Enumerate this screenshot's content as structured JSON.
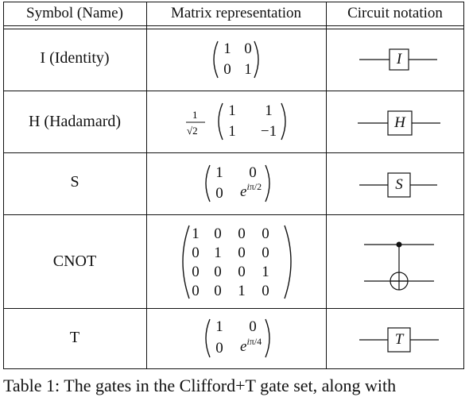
{
  "table": {
    "headers": [
      "Symbol (Name)",
      "Matrix representation",
      "Circuit notation"
    ],
    "rows": [
      {
        "name": "I (Identity)",
        "matrix": [
          [
            "1",
            "0"
          ],
          [
            "0",
            "1"
          ]
        ],
        "gate": "I"
      },
      {
        "name": "H (Hadamard)",
        "prefactor": "1/√2",
        "matrix": [
          [
            "1",
            "1"
          ],
          [
            "1",
            "−1"
          ]
        ],
        "gate": "H"
      },
      {
        "name": "S",
        "matrix": [
          [
            "1",
            "0"
          ],
          [
            "0",
            "e^{iπ/2}"
          ]
        ],
        "gate": "S"
      },
      {
        "name": "CNOT",
        "matrix": [
          [
            "1",
            "0",
            "0",
            "0"
          ],
          [
            "0",
            "1",
            "0",
            "0"
          ],
          [
            "0",
            "0",
            "0",
            "1"
          ],
          [
            "0",
            "0",
            "1",
            "0"
          ]
        ],
        "gate": "CNOT"
      },
      {
        "name": "T",
        "matrix": [
          [
            "1",
            "0"
          ],
          [
            "0",
            "e^{iπ/4}"
          ]
        ],
        "gate": "T"
      }
    ]
  },
  "caption": "Table 1: The gates in the Clifford+T gate set, along with"
}
